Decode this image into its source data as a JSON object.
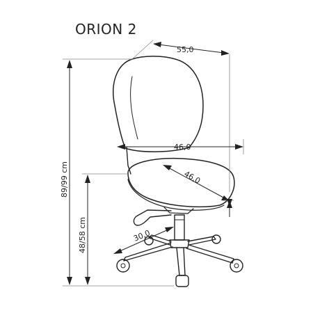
{
  "title": "ORION 2",
  "dimensions": {
    "depth": "55,0",
    "width": "46,0",
    "seat_depth": "46,0",
    "total_height": "89/99 cm",
    "seat_height": "48/58 cm",
    "base_radius": "30,0"
  }
}
